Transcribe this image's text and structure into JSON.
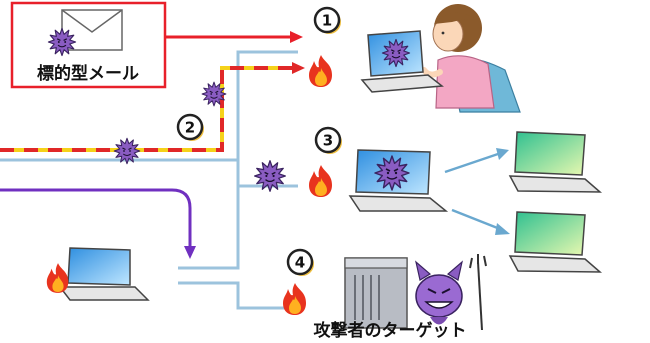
{
  "mail": {
    "label": "標的型メール"
  },
  "steps": {
    "s1": "1",
    "s2": "2",
    "s3": "3",
    "s4": "4"
  },
  "target": {
    "label": "攻撃者のターゲット"
  },
  "colors": {
    "mail_line": "#e8202a",
    "dashed_yellow": "#f5d21a",
    "dashed_red": "#e02828",
    "network_line": "#9cc3dd",
    "attacker_line": "#7030c0",
    "spread_arrow": "#6aa8cf",
    "virus": "#8a5cc2",
    "fire": "#e8331e"
  },
  "icons": [
    "envelope-icon",
    "virus-icon",
    "fire-icon",
    "laptop-icon",
    "server-icon",
    "devil-icon",
    "woman-user-icon"
  ]
}
